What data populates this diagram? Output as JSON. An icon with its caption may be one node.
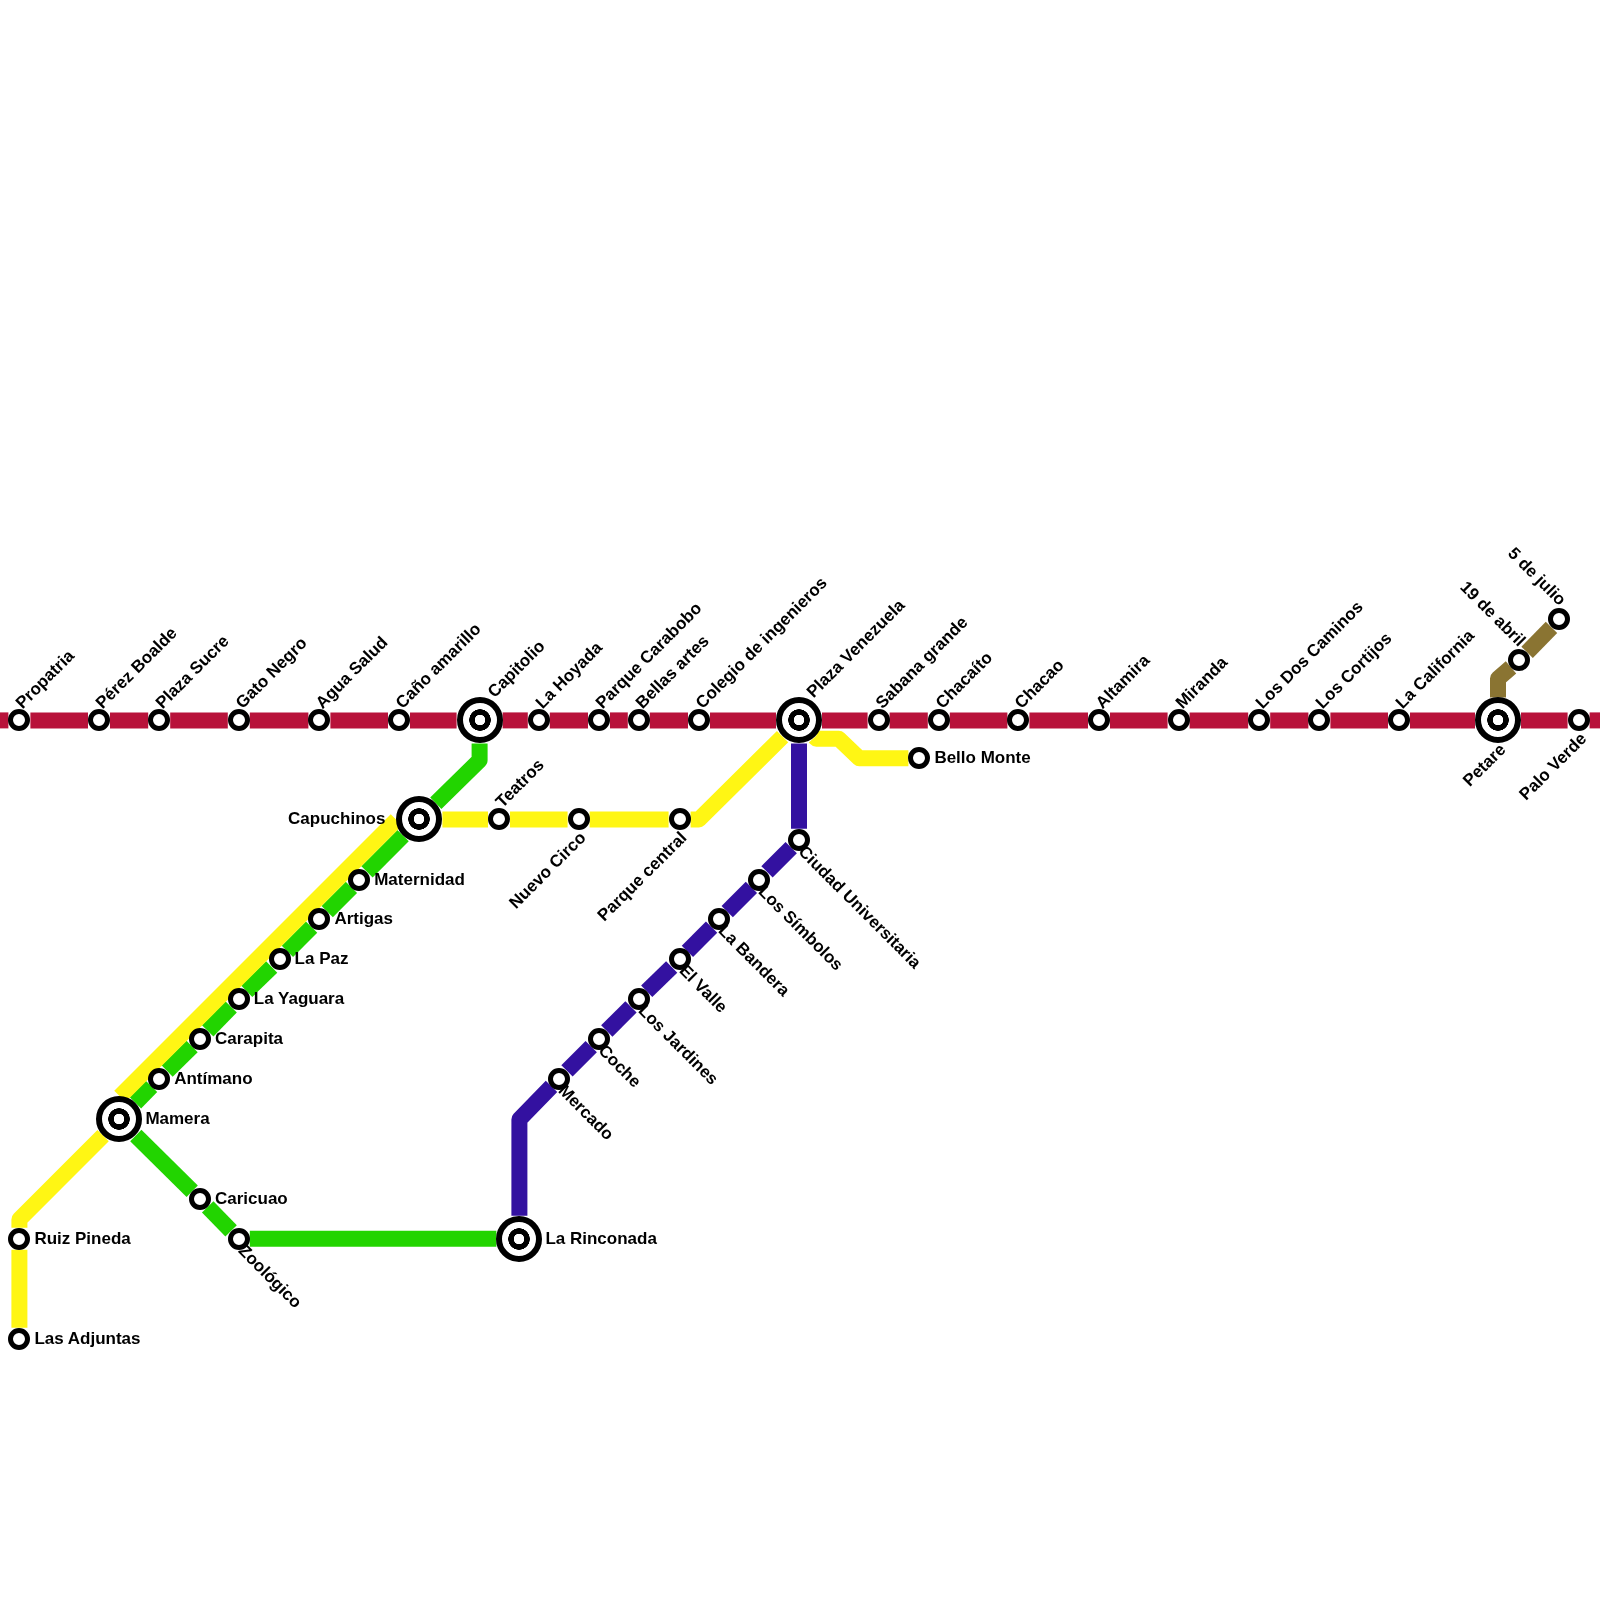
{
  "diagram": {
    "nodes": [
      {
        "text": [
          "Propatria"
        ]
      },
      {
        "text": [
          "Pérez Boalde"
        ]
      },
      {
        "text": [
          "Plaza Sucre"
        ]
      },
      {
        "text": [
          "Gato Negro"
        ]
      },
      {
        "text": [
          "Agua Salud"
        ]
      },
      {
        "text": [
          "Caño amarillo"
        ]
      },
      {
        "text": [
          "Capitolio"
        ]
      },
      {
        "text": [
          "La Hoyada"
        ]
      },
      {
        "text": [
          "Parque Carabobo"
        ]
      },
      {
        "text": [
          "Bellas artes"
        ]
      },
      {
        "text": [
          "Colegio de ingenieros"
        ]
      },
      {
        "text": [
          "Plaza Venezuela"
        ]
      },
      {
        "text": [
          "Sabana grande"
        ]
      },
      {
        "text": [
          "Chacaíto"
        ]
      },
      {
        "text": [
          "Chacao"
        ]
      },
      {
        "text": [
          "Altamira"
        ]
      },
      {
        "text": [
          "Miranda"
        ]
      },
      {
        "text": [
          "Los Dos Caminos"
        ]
      },
      {
        "text": [
          "Los Cortijos"
        ]
      },
      {
        "text": [
          "La California"
        ]
      },
      {
        "text": [
          "Petare"
        ]
      },
      {
        "text": [
          "Palo Verde"
        ]
      },
      {
        "text": [
          "19 de abril"
        ]
      },
      {
        "text": [
          "5 de julio"
        ]
      },
      {
        "text": [
          "Capuchinos"
        ]
      },
      {
        "text": [
          "Maternidad"
        ]
      },
      {
        "text": [
          "Artigas"
        ]
      },
      {
        "text": [
          "La Paz"
        ]
      },
      {
        "text": [
          "La Yaguara"
        ]
      },
      {
        "text": [
          "Carapita"
        ]
      },
      {
        "text": [
          "Antímano"
        ]
      },
      {
        "text": [
          "Mamera"
        ]
      },
      {
        "text": [
          "Caricuao"
        ]
      },
      {
        "text": [
          "Zoológico"
        ]
      },
      {
        "text": [
          "La Rinconada"
        ]
      },
      {
        "text": [
          "Ruiz Pineda"
        ]
      },
      {
        "text": [
          "Las Adjuntas"
        ]
      },
      {
        "text": [
          "Teatros"
        ]
      },
      {
        "text": [
          "Nuevo Circo"
        ]
      },
      {
        "text": [
          "Parque central"
        ]
      },
      {
        "text": [
          "Bello Monte"
        ]
      },
      {
        "text": [
          "Mercado"
        ]
      },
      {
        "text": [
          "Coche"
        ]
      },
      {
        "text": [
          "Los Jardines"
        ]
      },
      {
        "text": [
          "El Valle"
        ]
      },
      {
        "text": [
          "La Bandera"
        ]
      },
      {
        "text": [
          "Los Símbolos"
        ]
      },
      {
        "text": [
          "Ciudad Universitaria"
        ]
      }
    ],
    "edges": [
      {
        "from": null,
        "to": 0,
        "arrow": "none"
      },
      {
        "from": 0,
        "to": 1,
        "arrow": "none"
      },
      {
        "from": 1,
        "to": 2,
        "arrow": "none"
      },
      {
        "from": 2,
        "to": 3,
        "arrow": "none"
      },
      {
        "from": 3,
        "to": 4,
        "arrow": "none"
      },
      {
        "from": 4,
        "to": 5,
        "arrow": "none"
      },
      {
        "from": 5,
        "to": 6,
        "arrow": "none"
      },
      {
        "from": 6,
        "to": 7,
        "arrow": "none"
      },
      {
        "from": 7,
        "to": 8,
        "arrow": "none"
      },
      {
        "from": 8,
        "to": 9,
        "arrow": "none"
      },
      {
        "from": 9,
        "to": 10,
        "arrow": "none"
      },
      {
        "from": 10,
        "to": 11,
        "arrow": "none"
      },
      {
        "from": 11,
        "to": 12,
        "arrow": "none"
      },
      {
        "from": 12,
        "to": 13,
        "arrow": "none"
      },
      {
        "from": 13,
        "to": 14,
        "arrow": "none"
      },
      {
        "from": 14,
        "to": 15,
        "arrow": "none"
      },
      {
        "from": 15,
        "to": 16,
        "arrow": "none"
      },
      {
        "from": 16,
        "to": 17,
        "arrow": "none"
      },
      {
        "from": 17,
        "to": 18,
        "arrow": "none"
      },
      {
        "from": 18,
        "to": 19,
        "arrow": "none"
      },
      {
        "from": 19,
        "to": 20,
        "arrow": "none"
      },
      {
        "from": 20,
        "to": 21,
        "arrow": "none"
      },
      {
        "from": 21,
        "to": null,
        "arrow": "none"
      },
      {
        "from": 20,
        "to": 22,
        "arrow": "none",
        "color": "#8a7432"
      },
      {
        "from": 22,
        "to": 23,
        "arrow": "none",
        "color": "#8a7432"
      },
      {
        "from": 6,
        "to": 24,
        "arrow": "none",
        "color": "#22d400"
      },
      {
        "from": 24,
        "to": 25,
        "arrow": "none",
        "color": "#22d400"
      },
      {
        "from": 25,
        "to": 26,
        "arrow": "none",
        "color": "#22d400"
      },
      {
        "from": 26,
        "to": 27,
        "arrow": "none",
        "color": "#22d400"
      },
      {
        "from": 27,
        "to": 28,
        "arrow": "none",
        "color": "#22d400"
      },
      {
        "from": 28,
        "to": 29,
        "arrow": "none",
        "color": "#22d400"
      },
      {
        "from": 29,
        "to": 30,
        "arrow": "none",
        "color": "#22d400"
      },
      {
        "from": 30,
        "to": 31,
        "arrow": "none",
        "color": "#22d400"
      },
      {
        "from": 31,
        "to": 32,
        "arrow": "none",
        "color": "#22d400"
      },
      {
        "from": 32,
        "to": 33,
        "arrow": "none",
        "color": "#22d400"
      },
      {
        "from": 33,
        "to": 34,
        "arrow": "none",
        "color": "#22d400"
      },
      {
        "from": 36,
        "to": 35,
        "arrow": "none",
        "color": "#fff614"
      },
      {
        "from": 35,
        "to": 31,
        "arrow": "none",
        "color": "#fff614"
      },
      {
        "from": 31,
        "to": 24,
        "arrow": "none",
        "color": "#fff614"
      },
      {
        "from": 24,
        "to": 37,
        "arrow": "none",
        "color": "#fff614"
      },
      {
        "from": 37,
        "to": 38,
        "arrow": "none",
        "color": "#fff614"
      },
      {
        "from": 38,
        "to": 39,
        "arrow": "none",
        "color": "#fff614"
      },
      {
        "from": 39,
        "to": 11,
        "arrow": "none",
        "color": "#fff614"
      },
      {
        "from": 11,
        "to": 40,
        "arrow": "none",
        "color": "#fff614"
      },
      {
        "from": 34,
        "to": 41,
        "arrow": "none",
        "color": "#3311a0"
      },
      {
        "from": 41,
        "to": 42,
        "arrow": "none",
        "color": "#3311a0"
      },
      {
        "from": 42,
        "to": 43,
        "arrow": "none",
        "color": "#3311a0"
      },
      {
        "from": 43,
        "to": 44,
        "arrow": "none",
        "color": "#3311a0"
      },
      {
        "from": 44,
        "to": 45,
        "arrow": "none",
        "color": "#3311a0"
      },
      {
        "from": 45,
        "to": 46,
        "arrow": "none",
        "color": "#3311a0"
      },
      {
        "from": 46,
        "to": 47,
        "arrow": "none",
        "color": "#3311a0"
      },
      {
        "from": 47,
        "to": 11,
        "arrow": "none",
        "color": "#3311a0"
      }
    ]
  }
}
